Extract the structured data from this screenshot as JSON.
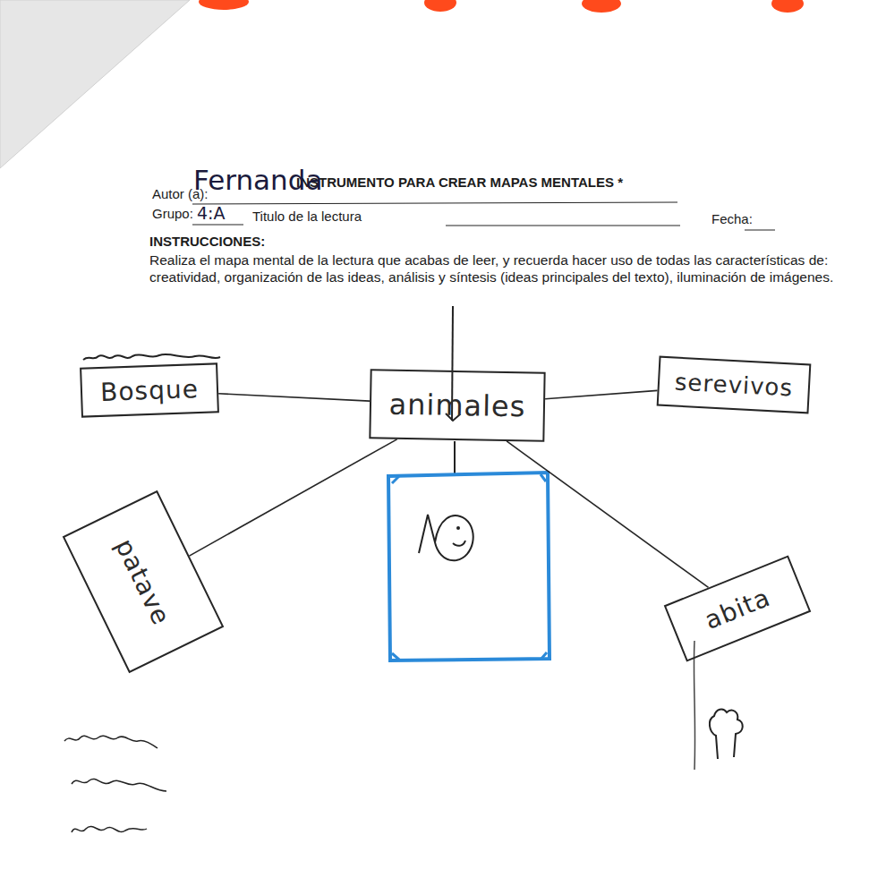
{
  "diagram": {
    "title": "INSTRUMENTO PARA CREAR MAPAS MENTALES *",
    "nodes": [
      {
        "text": [
          "animales"
        ]
      },
      {
        "text": [
          "Bosque"
        ]
      },
      {
        "text": [
          "serevivos"
        ]
      },
      {
        "text": [
          "patave"
        ]
      },
      {
        "text": [
          "abita"
        ]
      }
    ],
    "edges": [
      {
        "from": 0,
        "to": 1,
        "arrow": "none"
      },
      {
        "from": 0,
        "to": 2,
        "arrow": "none"
      },
      {
        "from": 0,
        "to": 3,
        "arrow": "none"
      },
      {
        "from": 0,
        "to": 4,
        "arrow": "none"
      }
    ],
    "labels": [
      "Autor (a):",
      "Fernanda",
      "Grupo:",
      "4:A",
      "Titulo de la lectura",
      "Fecha:",
      "INSTRUCCIONES:",
      "Realiza el mapa mental de la lectura que acabas de leer, y recuerda hacer uso de todas las características de: creatividad, organización de las ideas, análisis y síntesis (ideas principales del texto), iluminación de imágenes."
    ]
  }
}
